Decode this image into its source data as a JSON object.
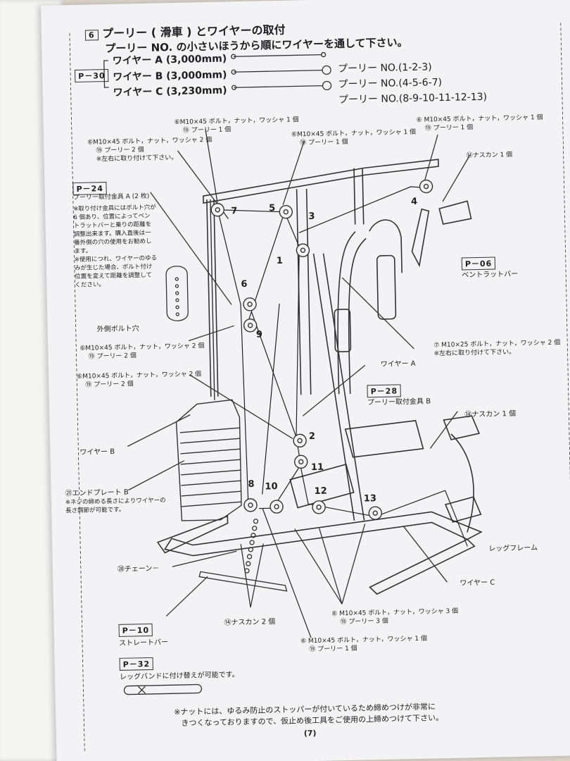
{
  "step": {
    "number": "6",
    "title": "プーリー ( 滑車 ) とワイヤーの取付",
    "instruction": "プーリー NO. の小さいほうから順にワイヤーを通して下さい。"
  },
  "wire_table": {
    "ref": "P－30",
    "rows": [
      {
        "wire": "ワイヤー A (3,000mm)",
        "pulleys": "プーリー NO.(1-2-3)"
      },
      {
        "wire": "ワイヤー B (3,000mm)",
        "pulleys": "プーリー NO.(4-5-6-7)"
      },
      {
        "wire": "ワイヤー C (3,230mm)",
        "pulleys": "プーリー NO.(8-9-10-11-12-13)"
      }
    ]
  },
  "annotations": {
    "a1": [
      "⑥M10×45 ボルト，ナット，ワッシャ 1 個",
      "⑲ プーリー 1 個"
    ],
    "a2": [
      "⑥M10×45 ボルト，ナット，ワッシャ 2 個",
      "⑲ プーリー 2 個",
      "※左右に取り付けて下さい。"
    ],
    "a3": [
      "⑥M10×45 ボルト，ナット，ワッシャ 1 個",
      "⑲ プーリー 1 個"
    ],
    "a4": [
      "⑥ M10×45 ボルト，ナット，ワッシャ 1 個",
      "⑲ プーリー 1 個"
    ],
    "nascan_top": "⑭ナスカン 1 個",
    "p24_ref": "P－24",
    "p24_title": "プーリー取付金具 A (2 枚)",
    "p24_note": [
      "※取り付け金具にはボルト穴が",
      "6 個あり、位置によってベン",
      "トラットバーと乗りの距離を",
      "調整出来ます。購入直後は一",
      "番外側の穴の使用をお勧めし",
      "ます。",
      "※使用につれ、ワイヤーのゆる",
      "みが生じた場合、ボルト付け",
      "位置を変えて距離を調整して",
      "ください。"
    ],
    "outer_bolt": "外側ボルト穴",
    "p06_ref": "P－06",
    "bent_bar": "ベントラットバー",
    "a5": [
      "⑥M10×45 ボルト，ナット，ワッシャ 2 個",
      "⑲ プーリー 2 個"
    ],
    "a6": [
      "⑦ M10×25 ボルト，ナット，ワッシャ 2 個",
      "※左右に取り付けて下さい。"
    ],
    "a7": [
      "⑥M10×45 ボルト，ナット，ワッシャ 2 個",
      "⑲ プーリー 2 個"
    ],
    "wire_a": "ワイヤー A",
    "p28_ref": "P－28",
    "p28_title": "プーリー取付金具 B",
    "nascan_right": "⑭ナスカン 1 個",
    "wire_b": "ワイヤー B",
    "end_plate": "㉑エンドプレート B",
    "end_plate_note": [
      "※ネジの締める長さによりワイヤーの",
      "長さ調節が可能です。"
    ],
    "leg_frame": "レッグフレーム",
    "chain": "㉘チェーン－",
    "wire_c": "ワイヤー C",
    "p10_ref": "P－10",
    "straight_bar": "ストレートバー",
    "nascan_2": "⑭ナスカン 2 個",
    "a8": [
      "⑥ M10×45 ボルト，ナット，ワッシャ 3 個",
      "⑲ プーリー 3 個"
    ],
    "a9": [
      "⑥ M10×45 ボルト，ナット，ワッシャ 1 個",
      "⑲ プーリー 1 個"
    ],
    "p32_ref": "P－32",
    "leg_band": "レッグバンドに付け替えが可能です。"
  },
  "pulley_numbers": [
    "1",
    "2",
    "3",
    "4",
    "5",
    "6",
    "7",
    "8",
    "9",
    "10",
    "11",
    "12",
    "13"
  ],
  "footer": {
    "note1": "※ナットには、ゆるみ防止のストッパーが付いているため締めつけが非常に",
    "note2": "きつくなっておりますので、仮止め後工具をご使用の上締めつけて下さい。",
    "page": "(7)"
  }
}
